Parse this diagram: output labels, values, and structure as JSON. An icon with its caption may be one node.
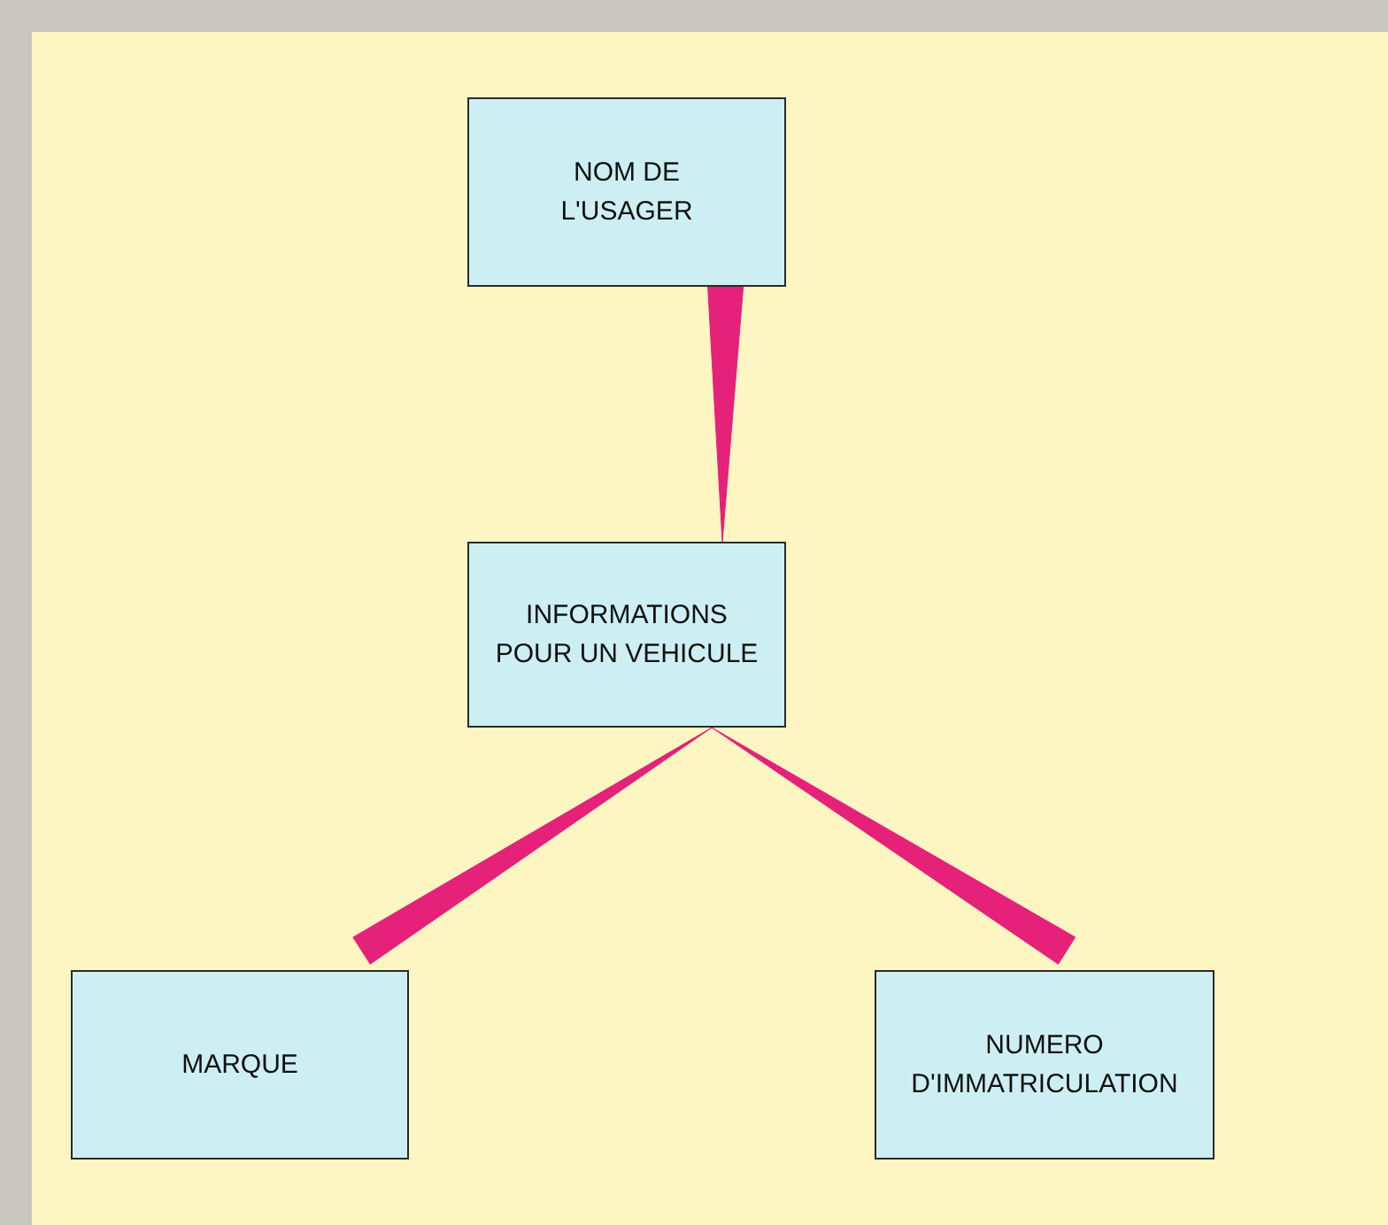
{
  "diagram": {
    "nodes": [
      {
        "text": [
          "NOM DE L'USAGER"
        ]
      },
      {
        "text": [
          "INFORMATIONS POUR UN VEHICULE"
        ]
      },
      {
        "text": [
          "MARQUE"
        ]
      },
      {
        "text": [
          "NUMERO D'IMMATRICULATION"
        ]
      }
    ],
    "edges": [
      {
        "from": 0,
        "to": 1,
        "arrow": "none",
        "style": "thick"
      },
      {
        "from": 1,
        "to": 2,
        "arrow": "none",
        "style": "thick"
      },
      {
        "from": 1,
        "to": 3,
        "arrow": "none",
        "style": "thick"
      }
    ]
  }
}
